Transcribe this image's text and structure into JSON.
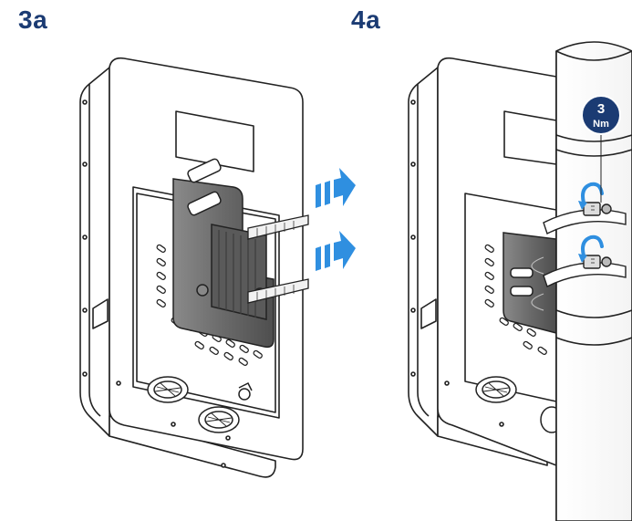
{
  "steps": [
    {
      "label": "3a"
    },
    {
      "label": "4a"
    }
  ],
  "torque": {
    "value": "3",
    "unit": "Nm"
  },
  "colors": {
    "label": "#1b3b73",
    "arrow": "#2f8fe0",
    "torque_badge": "#1b3b73",
    "outline": "#222222",
    "bracket": "#6e6e6e",
    "bracket_light": "#9a9a9a"
  },
  "icons": [
    "double-arrow-icon",
    "rotation-arrow-icon",
    "torque-badge-icon"
  ]
}
